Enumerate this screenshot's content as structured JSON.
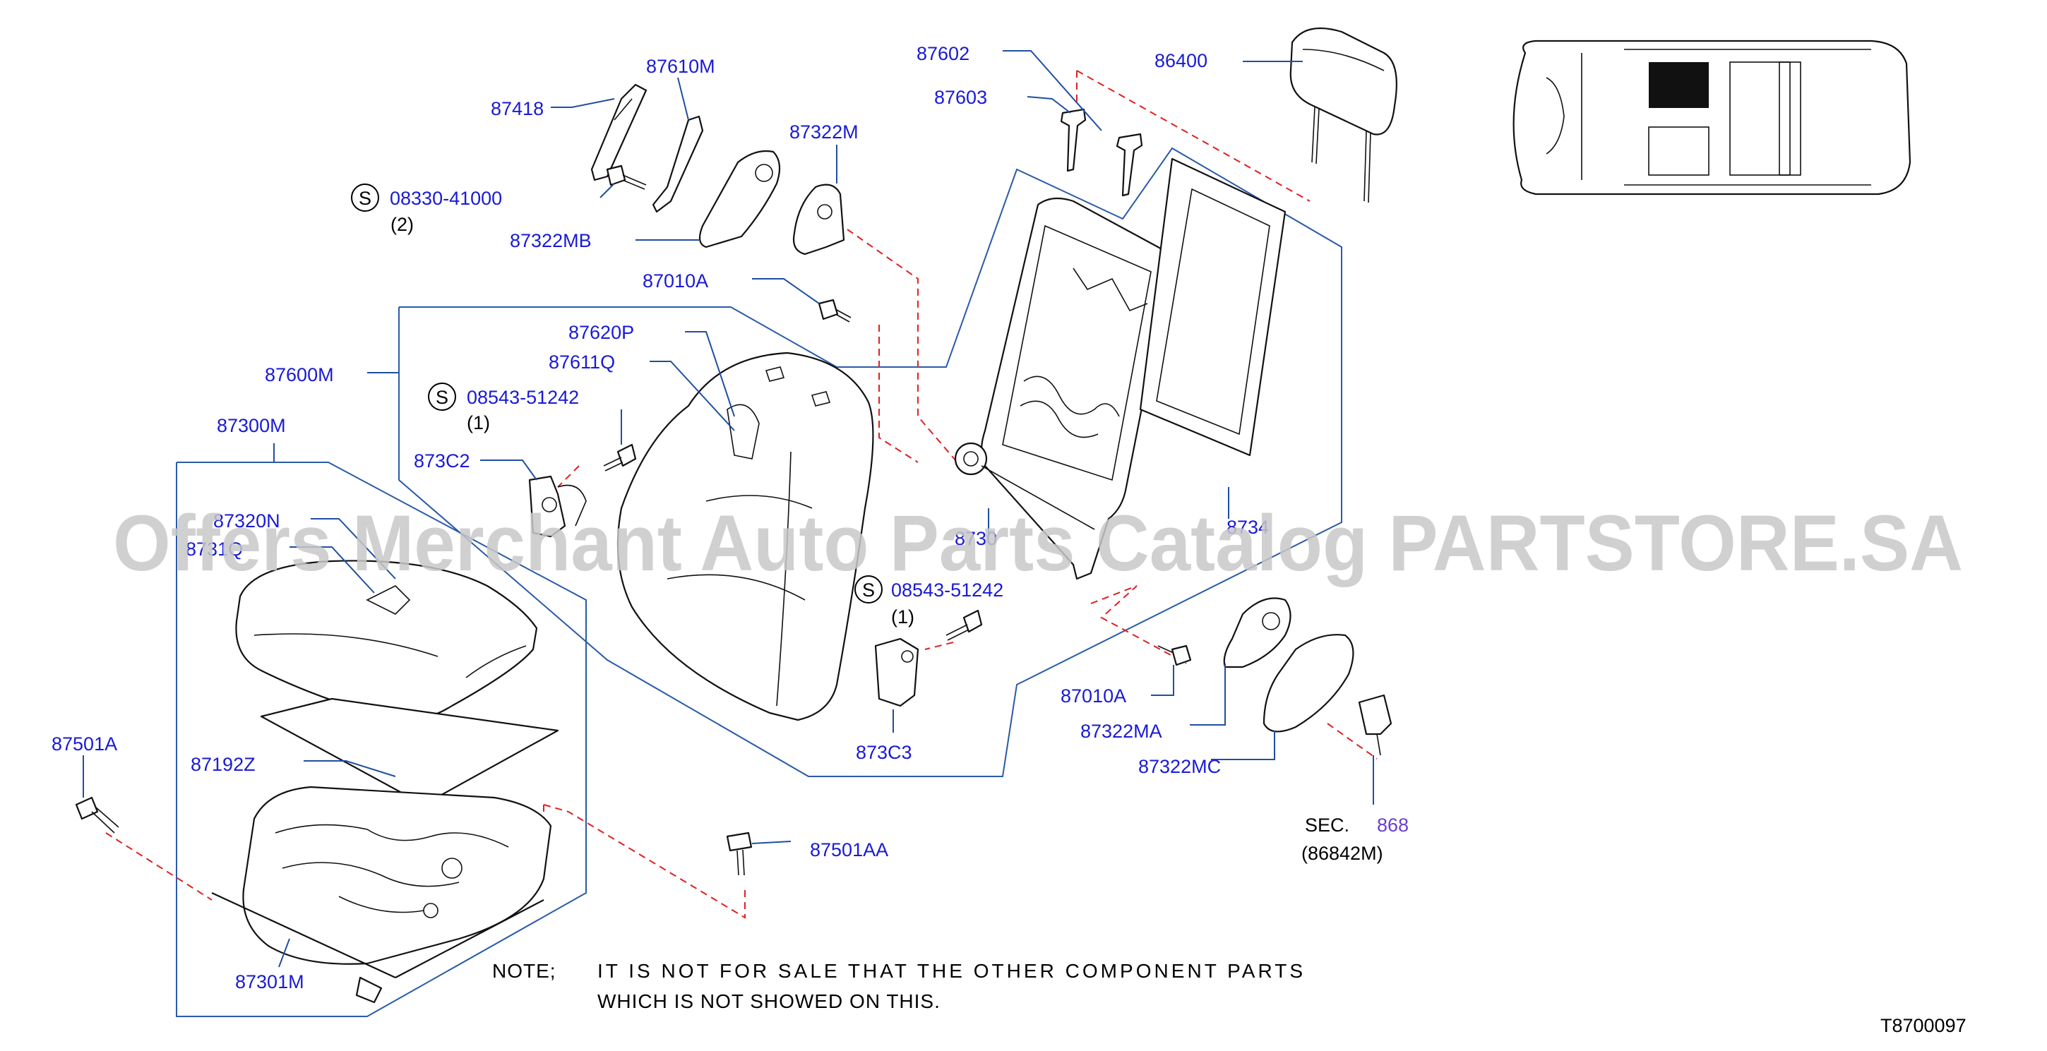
{
  "labels": {
    "p87610M": "87610M",
    "p87418": "87418",
    "p87602": "87602",
    "p87603": "87603",
    "p86400": "86400",
    "p87322M": "87322M",
    "s0833041000": "08330-41000",
    "s0833041000_qty": "(2)",
    "p87322MB": "87322MB",
    "p87010A_top": "87010A",
    "p87620P": "87620P",
    "p87611Q": "87611Q",
    "p87600M": "87600M",
    "s0854351242_a": "08543-51242",
    "s0854351242_a_qty": "(1)",
    "p87300M": "87300M",
    "p873C2": "873C2",
    "p87320N": "87320N",
    "p8731Q": "8731Q",
    "p8730M": "8730",
    "p8734": "8734",
    "s0854351242_b": "08543-51242",
    "s0854351242_b_qty": "(1)",
    "p87010A_bot": "87010A",
    "p87322MA": "87322MA",
    "p87322MC": "87322MC",
    "p873C3": "873C3",
    "p87501A": "87501A",
    "p87192Z": "87192Z",
    "p87501AA": "87501AA",
    "p87301M": "87301M",
    "sec": "SEC.",
    "sec_link": "868",
    "sec_part": "(86842M)",
    "s_symbol": "S"
  },
  "note": {
    "prefix": "NOTE;",
    "line1": "IT IS NOT FOR SALE THAT THE OTHER COMPONENT PARTS",
    "line2": "WHICH IS NOT SHOWED ON THIS."
  },
  "diagram_code": "T8700097",
  "watermark": "Offers Merchant Auto Parts Catalog PARTSTORE.SA",
  "colors": {
    "label": "#1a1ad6",
    "leader": "#1f4fa0",
    "dash": "#e02020",
    "watermark": "#c8c8c8"
  }
}
